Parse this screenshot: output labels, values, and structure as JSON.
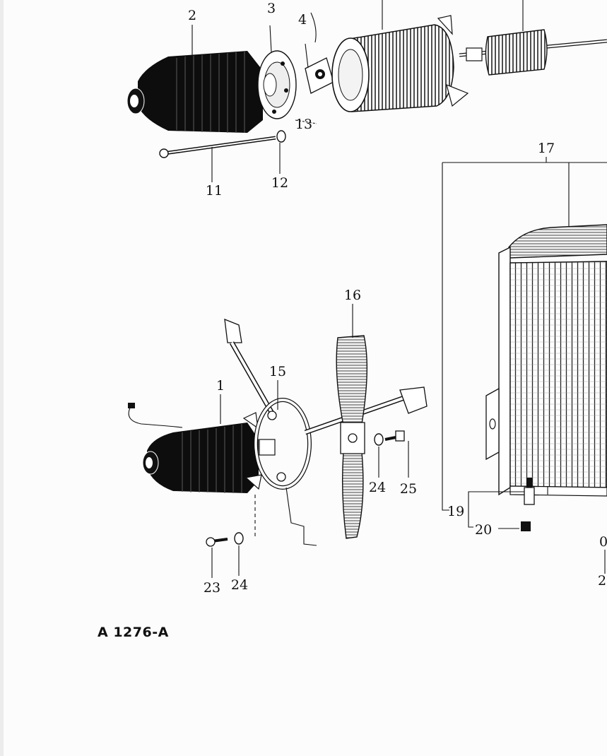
{
  "diagram": {
    "parts": [
      {
        "id": "part-1",
        "label": "1"
      },
      {
        "id": "part-2",
        "label": "2"
      },
      {
        "id": "part-3",
        "label": "3"
      },
      {
        "id": "part-4",
        "label": "4"
      },
      {
        "id": "part-11",
        "label": "11"
      },
      {
        "id": "part-12",
        "label": "12"
      },
      {
        "id": "part-13",
        "label": "13"
      },
      {
        "id": "part-15",
        "label": "15"
      },
      {
        "id": "part-16",
        "label": "16"
      },
      {
        "id": "part-17",
        "label": "17"
      },
      {
        "id": "part-19",
        "label": "19"
      },
      {
        "id": "part-20",
        "label": "20"
      },
      {
        "id": "part-23",
        "label": "23"
      },
      {
        "id": "part-24a",
        "label": "24"
      },
      {
        "id": "part-24b",
        "label": "24"
      },
      {
        "id": "part-25",
        "label": "25"
      }
    ],
    "partial_labels": {
      "cut_right_top": "0",
      "cut_right_bottom": "2"
    }
  },
  "caption": "A 1276-A"
}
